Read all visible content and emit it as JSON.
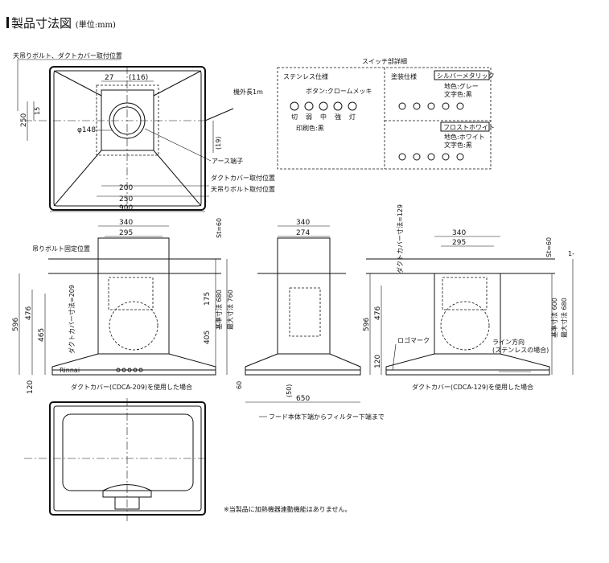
{
  "title": {
    "main": "製品寸法図",
    "unit": "(単位:mm)"
  },
  "top_view": {
    "label_bolt_cover": "天吊りボルト、ダクトカバー取付位置",
    "dim_27": "27",
    "dim_116": "(116)",
    "dim_250_left": "250",
    "dim_15": "15",
    "dim_phi148": "φ148",
    "dim_19": "(19)",
    "cord": "機外長1m",
    "earth": "アース端子",
    "label_cover_pos": "ダクトカバー取付位置",
    "label_bolt_pos": "天吊りボルト取付位置",
    "dim_200": "200",
    "dim_250": "250",
    "dim_900": "900"
  },
  "switch_panel": {
    "title": "スイッチ部詳細",
    "stainless": "ステンレス仕様",
    "painted": "塗装仕様",
    "button_label": "ボタン:クロームメッキ",
    "print_color": "印刷色:黒",
    "silver": "シルバーメタリック",
    "silver_base": "地色:グレー",
    "silver_text": "文字色:黒",
    "frost": "フロストホワイト",
    "frost_base": "地色:ホワイト",
    "frost_text": "文字色:黒",
    "btn_labels": [
      "切",
      "弱",
      "中",
      "強",
      "灯"
    ]
  },
  "front_view_left": {
    "dim_340": "340",
    "dim_295": "295",
    "st": "St=60",
    "bolt_fixed": "吊りボルト固定位置",
    "duct_cover": "ダクトカバー寸法=209",
    "dim_596": "596",
    "dim_476": "476",
    "dim_465": "465",
    "dim_175": "175",
    "dim_405": "405",
    "std_680": "基準寸法 680",
    "max_760": "最大寸法 760",
    "dim_120": "120",
    "caption": "ダクトカバー(CDCA-209)を使用した場合",
    "brand": "Rinnai"
  },
  "side_view": {
    "dim_340": "340",
    "dim_274": "274",
    "dim_60": "60",
    "dim_50": "(50)",
    "dim_650": "650",
    "filter_note": "フード本体下端からフィルター下端まで"
  },
  "front_view_right": {
    "duct_cover": "ダクトカバー寸法=129",
    "dim_340": "340",
    "dim_295": "295",
    "st": "St=60",
    "dim_596": "596",
    "dim_476": "476",
    "dim_120": "120",
    "std_600": "基準寸法 600",
    "max_680": "最大寸法 680",
    "logo_mark": "ロゴマーク",
    "line_dir": "ライン方向",
    "stainless_only": "(ステンレスの場合)",
    "caption": "ダクトカバー(CDCA-129)を使用した場合",
    "edge_mark": "1-"
  },
  "bottom_view": {
    "note": "※当製品に加熱機器連動機能はありません。"
  }
}
